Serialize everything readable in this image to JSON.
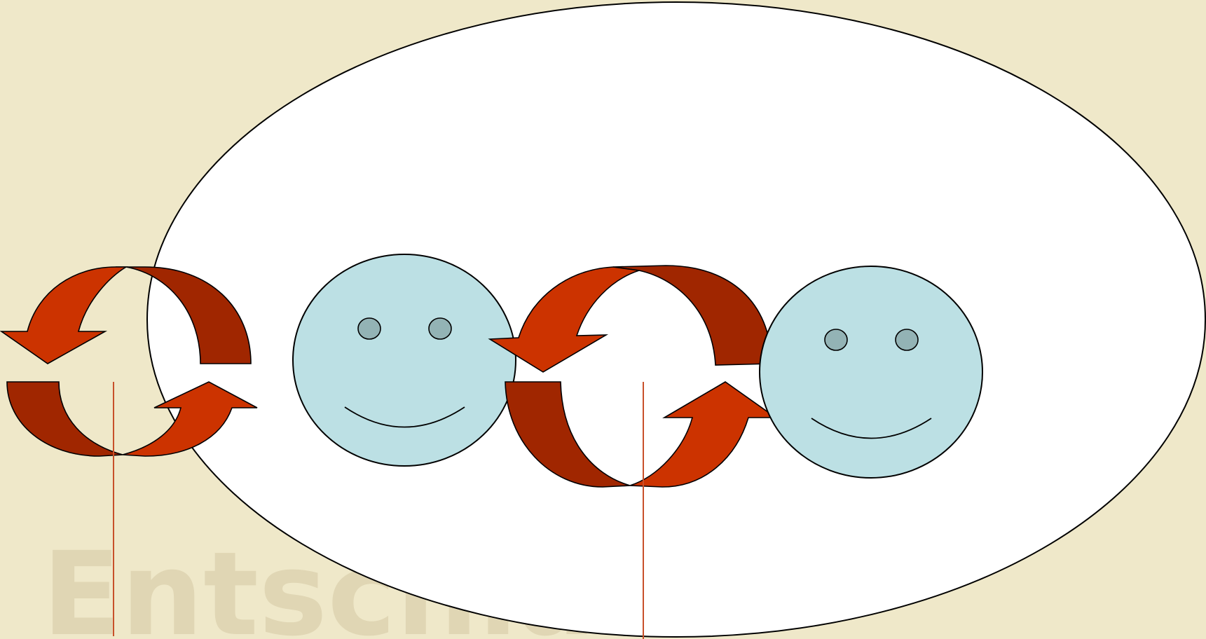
{
  "slide": {
    "background_color": "#efe8c9",
    "watermark_text": "Entschläu",
    "watermark_color": "#d4c8a4",
    "ellipse_fill": "#ffffff",
    "outline_color": "#000000"
  },
  "arrows": {
    "front_color": "#cc3300",
    "back_color": "#a02600",
    "line_color": "#c8502a"
  },
  "faces": [
    {
      "name": "smiley-face-left",
      "face_color": "#bce0e4",
      "eye_color": "#93b3b5"
    },
    {
      "name": "smiley-face-right",
      "face_color": "#bce0e4",
      "eye_color": "#93b3b5"
    }
  ]
}
